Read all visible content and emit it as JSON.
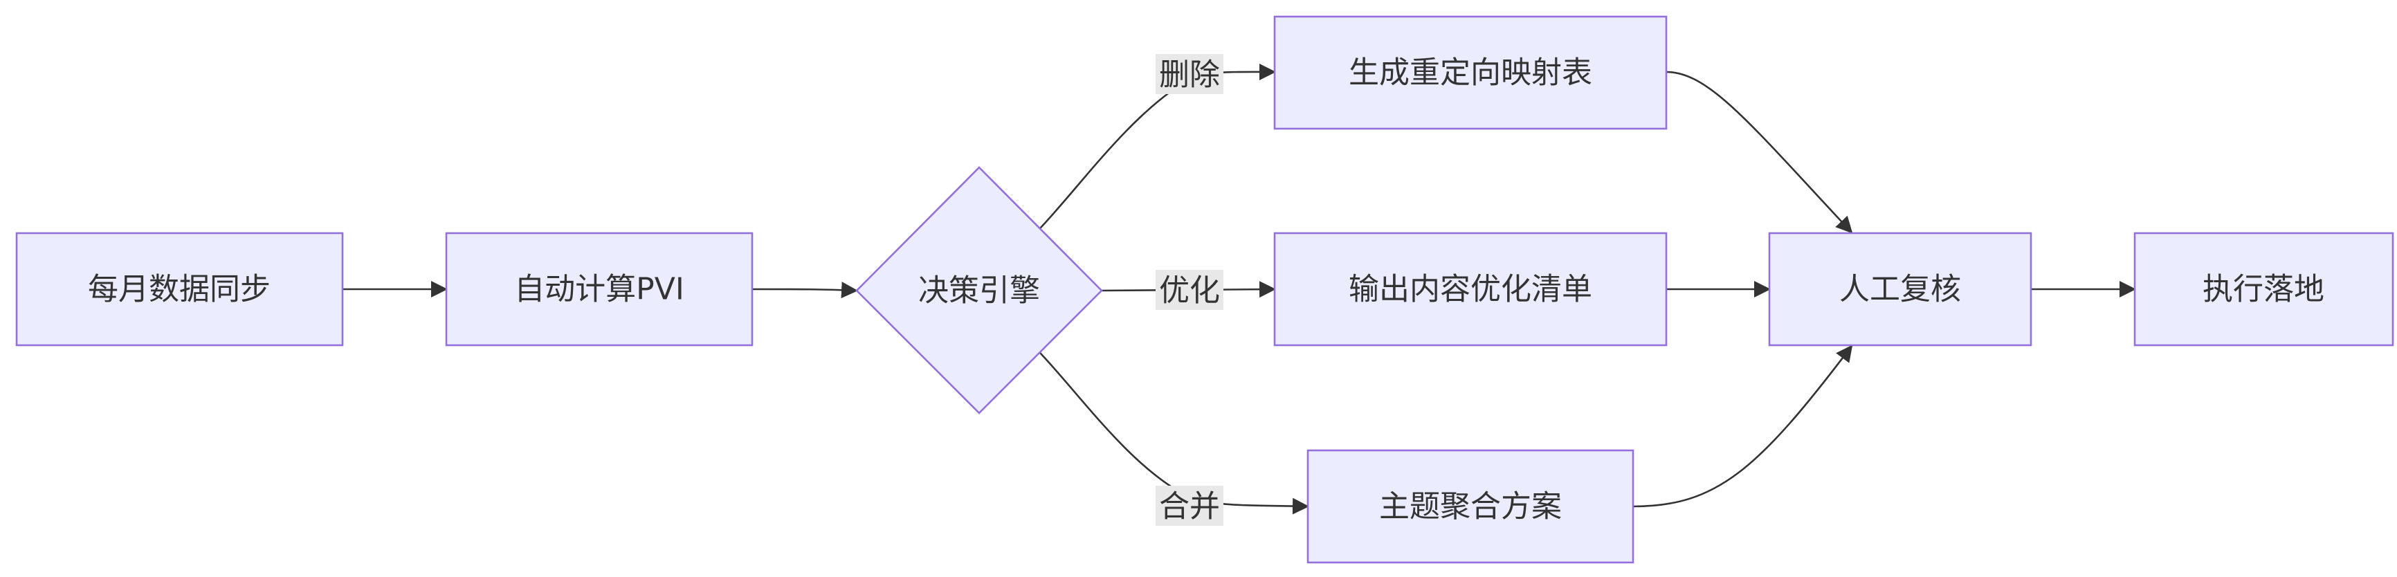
{
  "nodes": {
    "sync": "每月数据同步",
    "pvi": "自动计算PVI",
    "decision": "决策引擎",
    "redirect": "生成重定向映射表",
    "optimize": "输出内容优化清单",
    "merge": "主题聚合方案",
    "review": "人工复核",
    "execute": "执行落地"
  },
  "edge_labels": {
    "delete": "删除",
    "optimize": "优化",
    "merge": "合并"
  },
  "colors": {
    "node_fill": "#ECECFF",
    "node_border": "#9370DB",
    "edge": "#333333",
    "edge_label_bg": "#e8e8e8"
  }
}
